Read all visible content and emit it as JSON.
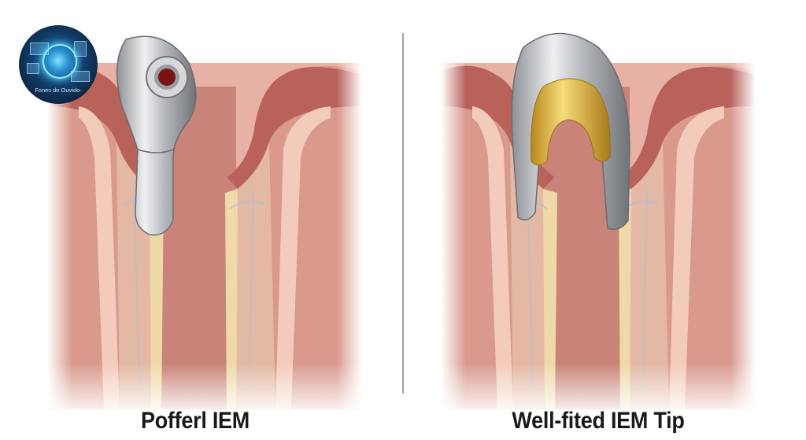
{
  "logo": {
    "text": "Fones de Ouvido-",
    "icon": "globe-network-icon"
  },
  "panels": [
    {
      "label": "Pofferl IEM",
      "earpiece": "silver-iem-shell"
    },
    {
      "label": "Well-fited IEM Tip",
      "earpiece": "silver-iem-with-gold-tip"
    }
  ],
  "colors": {
    "tissue": "#d9998d",
    "flesh_dark": "#b9625c",
    "bone": "#efd9a8",
    "silver": "#c4c6ca",
    "gold": "#e2b93a"
  }
}
